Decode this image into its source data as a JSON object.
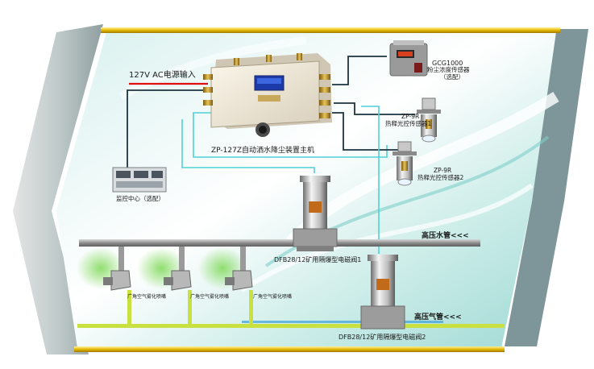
{
  "labels": {
    "power_input": "127V AC电源输入",
    "main_unit": "ZP-127Z自动洒水降尘装置主机",
    "monitor_center": "监控中心（选配）",
    "dust_sensor_model": "GCG1000",
    "dust_sensor_name": "粉尘浓度传感器",
    "dust_sensor_note": "（选配）",
    "ir_sensor1_model": "ZP-9R",
    "ir_sensor1_name": "热释光控传感器1",
    "ir_sensor2_model": "ZP-9R",
    "ir_sensor2_name": "热释光控传感器2",
    "water_pipe": "高压水管<<<",
    "air_pipe": "高压气管<<<",
    "valve1": "DFB28/12矿用隔爆型电磁阀1",
    "valve2": "DFB28/12矿用隔爆型电磁阀2",
    "nozzle1": "广角空气雾化喷嘴",
    "nozzle2": "广角空气雾化喷嘴",
    "nozzle3": "广角空气雾化喷嘴"
  },
  "colors": {
    "power_line": "#e01010",
    "signal_line": "#4fd1d8",
    "control_line": "#1d3340",
    "water_pipe": "#9a9a9a",
    "air_pipe": "#c8e040",
    "frame_gold": "#e6b800",
    "panel_teal": "#bfe8e4",
    "mist": "#6fd23c"
  }
}
